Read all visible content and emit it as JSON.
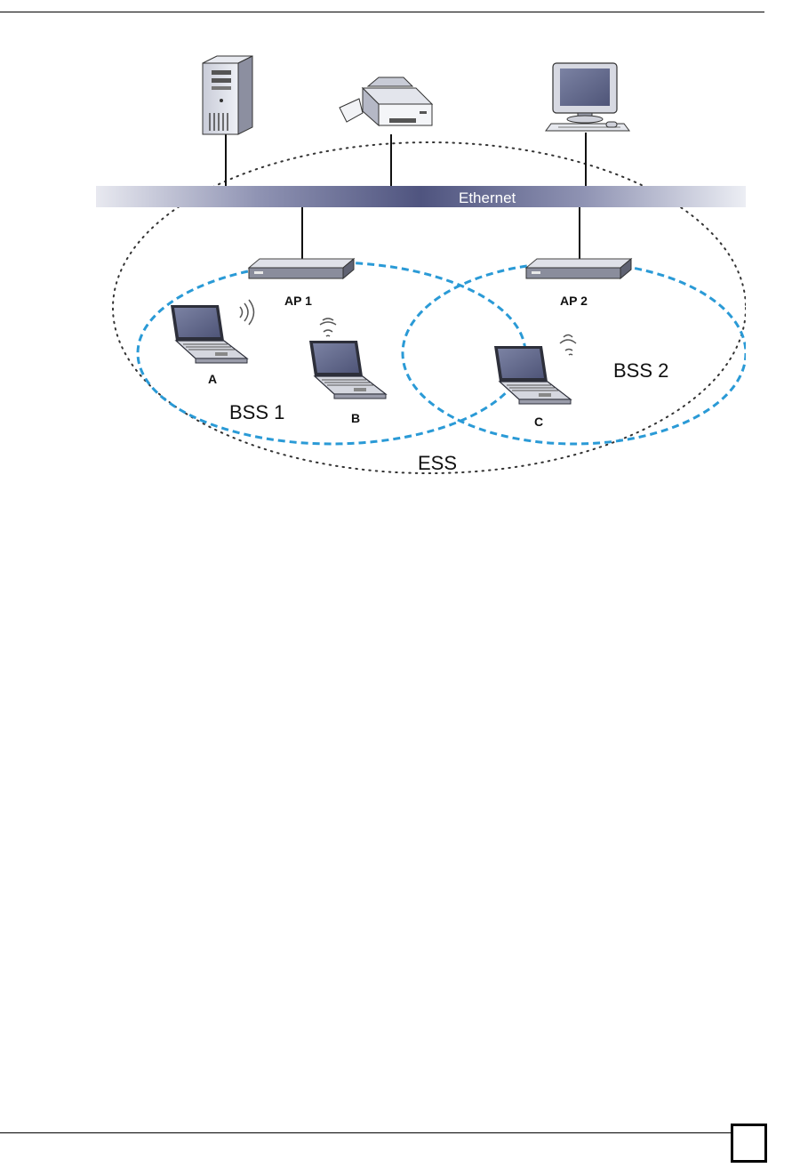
{
  "diagram": {
    "backbone_label": "Ethernet",
    "access_points": [
      {
        "label": "AP 1"
      },
      {
        "label": "AP 2"
      }
    ],
    "stations": [
      {
        "label": "A"
      },
      {
        "label": "B"
      },
      {
        "label": "C"
      }
    ],
    "bss": [
      {
        "label": "BSS 1"
      },
      {
        "label": "BSS 2"
      }
    ],
    "ess_label": "ESS",
    "colors": {
      "bss_boundary": "#2a9ad6",
      "ess_boundary": "#333333",
      "ethernet_band": "#5a5f8c",
      "device_body": "#dcdde2",
      "screen": "#6b7290"
    }
  }
}
